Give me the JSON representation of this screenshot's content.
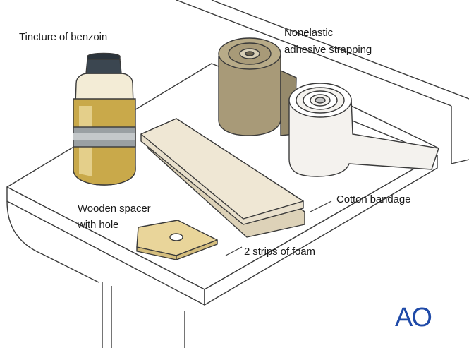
{
  "labels": {
    "tincture": "Tincture of benzoin",
    "strapping_line1": "Nonelastic",
    "strapping_line2": "adhesive strapping",
    "spacer_line1": "Wooden spacer",
    "spacer_line2": "with hole",
    "foam": "2 strips of foam",
    "cotton": "Cotton bandage"
  },
  "logo": "AO",
  "colors": {
    "outline": "#3a3a3a",
    "table_surface": "#ffffff",
    "liquid": "#c9a94a",
    "liquid_light": "#e4cf8a",
    "bottle_cap": "#3b4650",
    "bottle_band": "#9aa0a3",
    "foam": "#e9e0cc",
    "spacer": "#e9d59a",
    "strapping": "#a89a78",
    "cotton": "#f4f2ee",
    "logo": "#1f4aa8"
  },
  "icons": [
    "ao-logo"
  ]
}
